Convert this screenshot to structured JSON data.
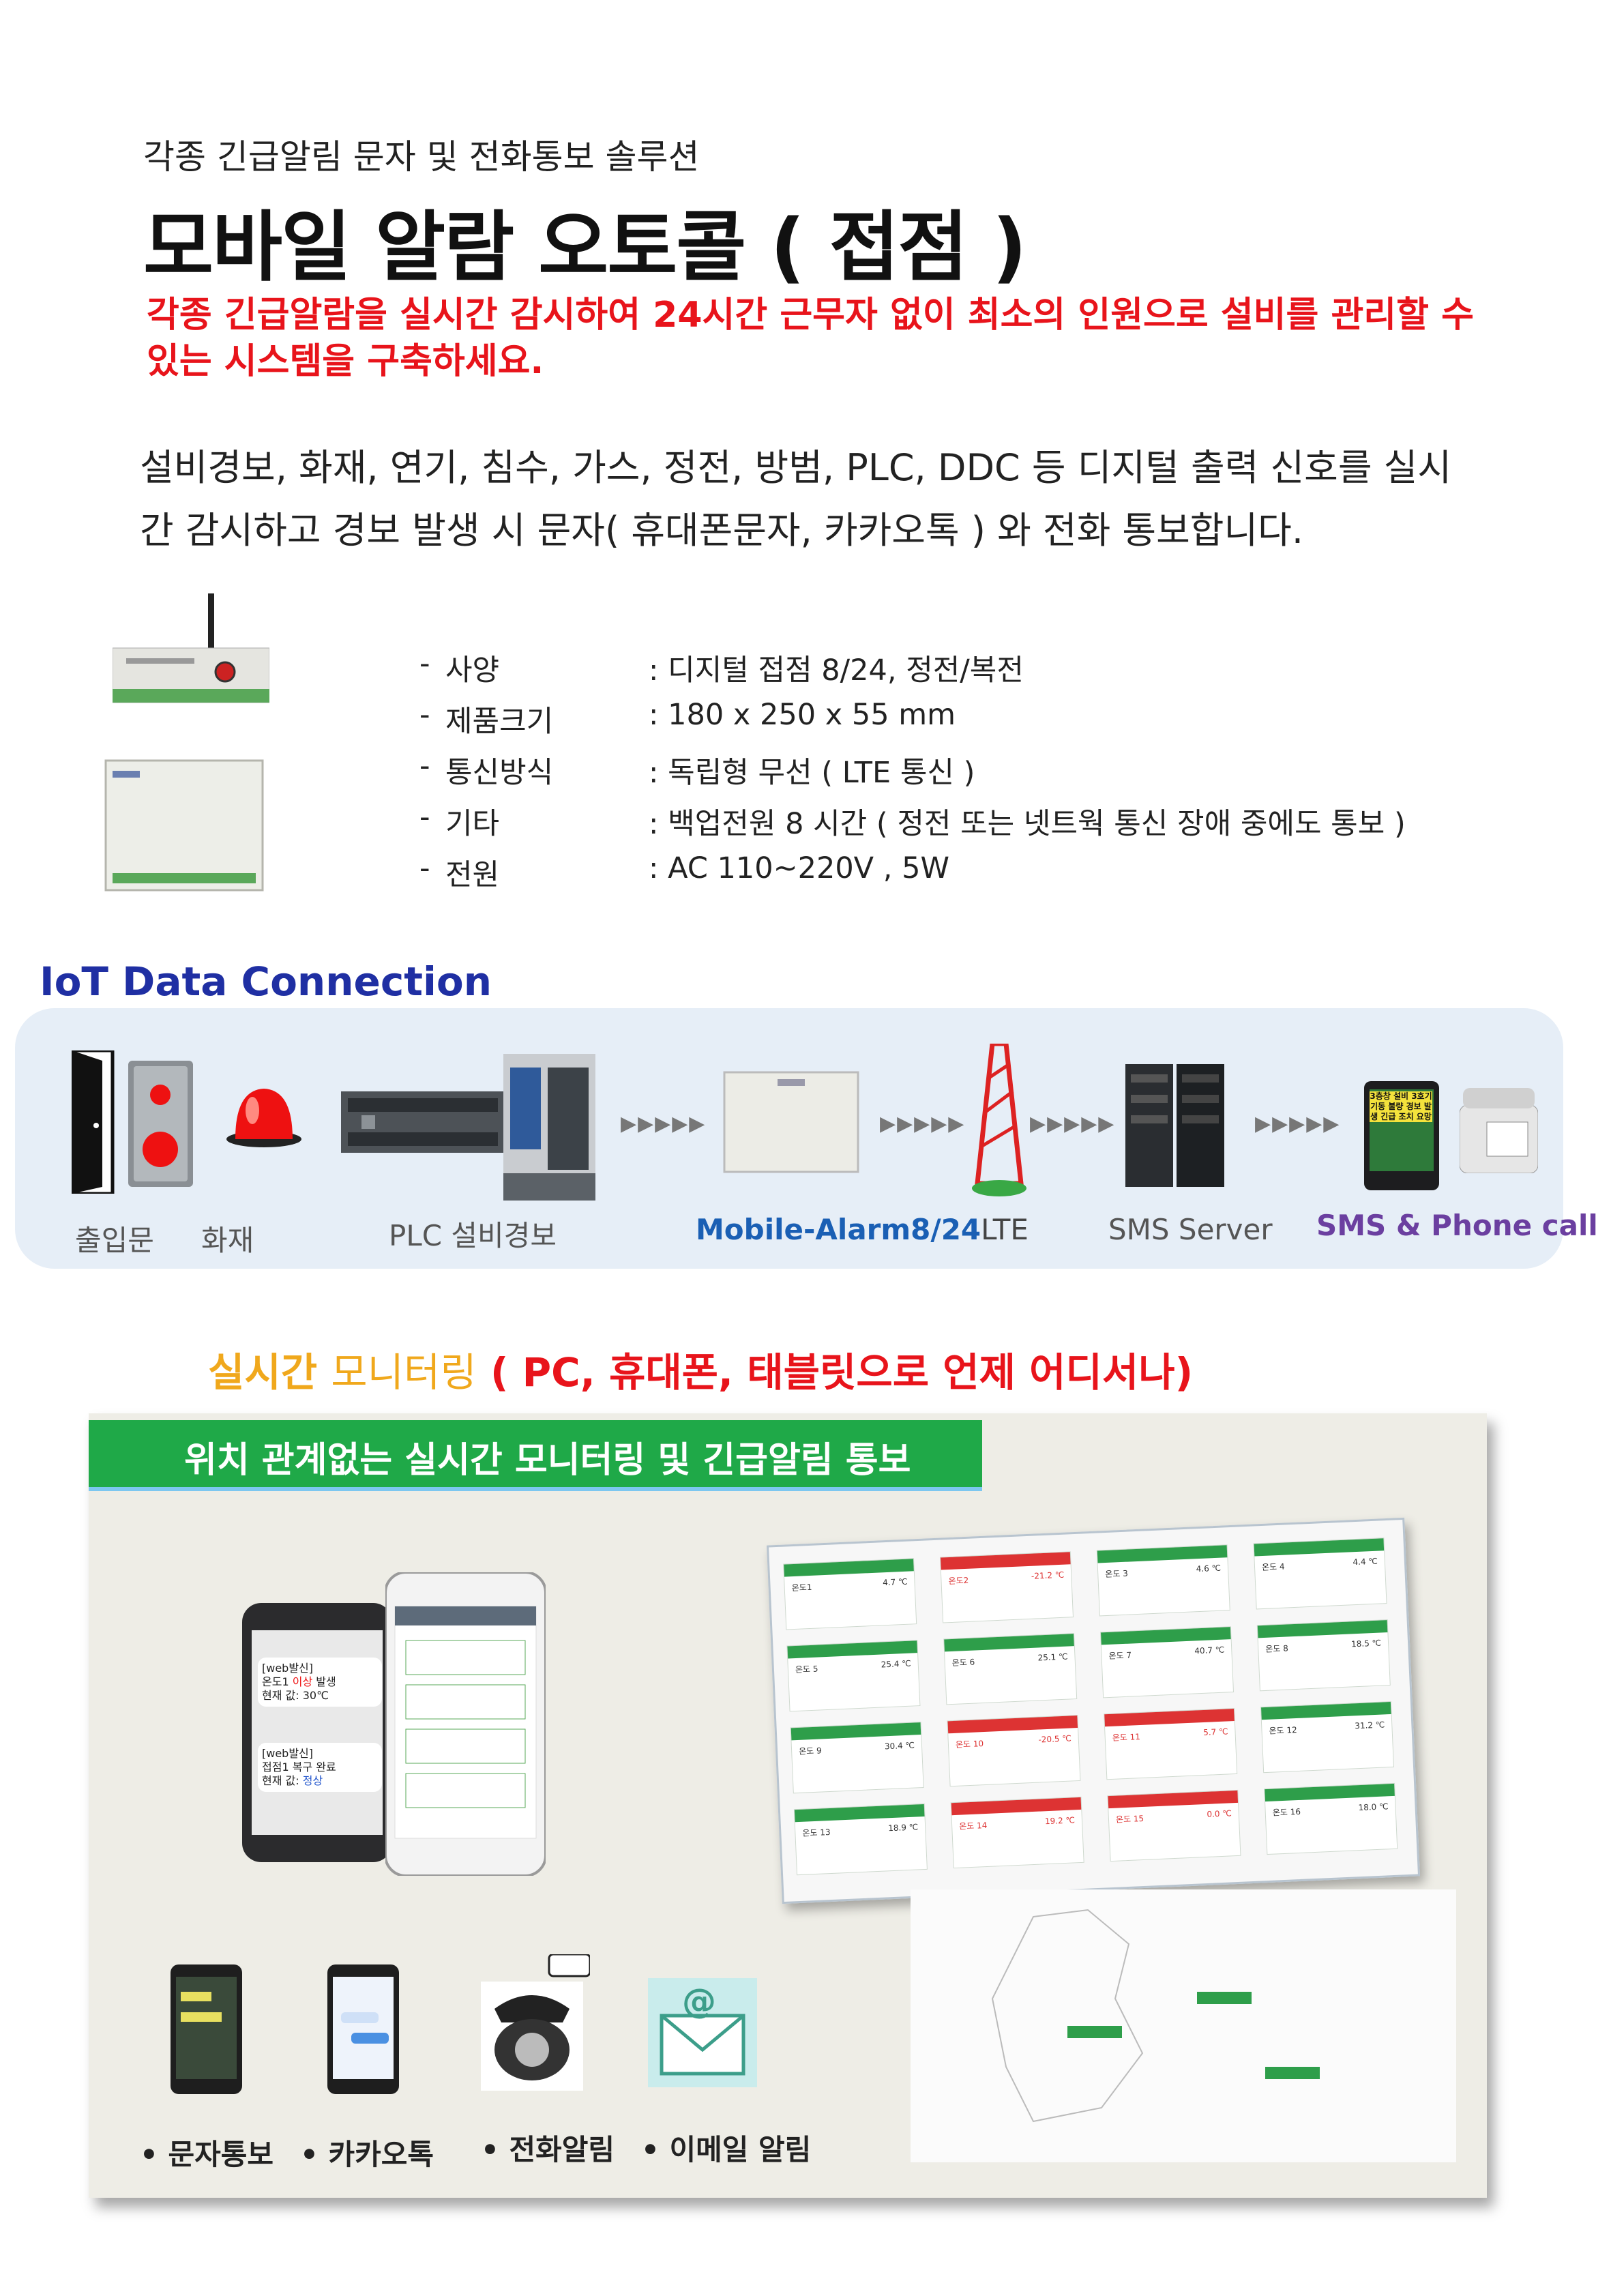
{
  "header": {
    "subtitle": "각종 긴급알림 문자 및 전화통보 솔루션",
    "title": "모바일 알람 오토콜 ( 접점 )",
    "tagline": "각종 긴급알람을 실시간 감시하여 24시간 근무자 없이 최소의 인원으로 설비를 관리할 수 있는 시스템을 구축하세요.",
    "description_line1": "설비경보, 화재, 연기, 침수, 가스, 정전, 방범, PLC, DDC 등 디지털 출력 신호를 실시",
    "description_line2": "간 감시하고 경보 발생 시  문자( 휴대폰문자, 카카오톡 ) 와 전화 통보합니다."
  },
  "specs": [
    {
      "label": "사양",
      "value": ": 디지털 접점 8/24,  정전/복전"
    },
    {
      "label": "제품크기",
      "value": ": 180 x 250 x 55 mm"
    },
    {
      "label": "통신방식",
      "value": ": 독립형 무선 ( LTE 통신 )"
    },
    {
      "label": "기타",
      "value": ": 백업전원 8 시간 ( 정전  또는 넷트웍  통신 장애 중에도 통보 )"
    },
    {
      "label": "전원",
      "value": ": AC 110~220V ,  5W"
    }
  ],
  "iot": {
    "title": "IoT Data Connection",
    "labels": {
      "door": "출입문",
      "fire": "화재",
      "plc": "PLC 설비경보",
      "device_blue": "Mobile-Alarm8/24",
      "device_black": "LTE",
      "server": "SMS Server",
      "result": "SMS & Phone call"
    },
    "arrow": "▶▶▶▶▶",
    "phone_screen_text": "3층창 설비 3호기 기동 불량 경보 발생 긴급 조치 요망",
    "colors": {
      "blue": "#1a5fb4",
      "purple": "#6b3fa0",
      "title": "#1f2fa3"
    }
  },
  "monitoring": {
    "heading_part1": "실시간",
    "heading_part2": "모니터링",
    "heading_part3": "( PC, 휴대폰, 태블릿으로 언제 어디서나)",
    "banner": "위치 관계없는 실시간 모니터링 및 긴급알림 통보",
    "phone_msgs": [
      {
        "head": "[web발신]",
        "line": "온도1",
        "alert": "이상",
        "tail": "발생",
        "value_label": "현재 값:",
        "value": "30℃"
      },
      {
        "head": "[web발신]",
        "line": "접점1 복구 완료",
        "value_label": "현재 값:",
        "value": "정상"
      }
    ],
    "channels": [
      "• 문자통보",
      "• 카카오톡",
      "• 전화알림",
      "• 이메일 알림"
    ],
    "email_symbol": "@",
    "cards": [
      {
        "name": "온도1",
        "val": "4.7 ℃",
        "red": false
      },
      {
        "name": "온도2",
        "val": "-21.2 ℃",
        "red": true
      },
      {
        "name": "온도 3",
        "val": "4.6 ℃",
        "red": false
      },
      {
        "name": "온도 4",
        "val": "4.4 ℃",
        "red": false
      },
      {
        "name": "온도 5",
        "val": "25.4 ℃",
        "red": false
      },
      {
        "name": "온도 6",
        "val": "25.1 ℃",
        "red": false
      },
      {
        "name": "온도 7",
        "val": "40.7 ℃",
        "red": false
      },
      {
        "name": "온도 8",
        "val": "18.5 ℃",
        "red": false
      },
      {
        "name": "온도 9",
        "val": "30.4 ℃",
        "red": false
      },
      {
        "name": "온도 10",
        "val": "-20.5 ℃",
        "red": true
      },
      {
        "name": "온도 11",
        "val": "5.7 ℃",
        "red": true
      },
      {
        "name": "온도 12",
        "val": "31.2 ℃",
        "red": false
      },
      {
        "name": "온도 13",
        "val": "18.9 ℃",
        "red": false
      },
      {
        "name": "온도 14",
        "val": "19.2 ℃",
        "red": true
      },
      {
        "name": "온도 15",
        "val": "0.0 ℃",
        "red": true
      },
      {
        "name": "온도 16",
        "val": "18.0 ℃",
        "red": false
      }
    ]
  }
}
